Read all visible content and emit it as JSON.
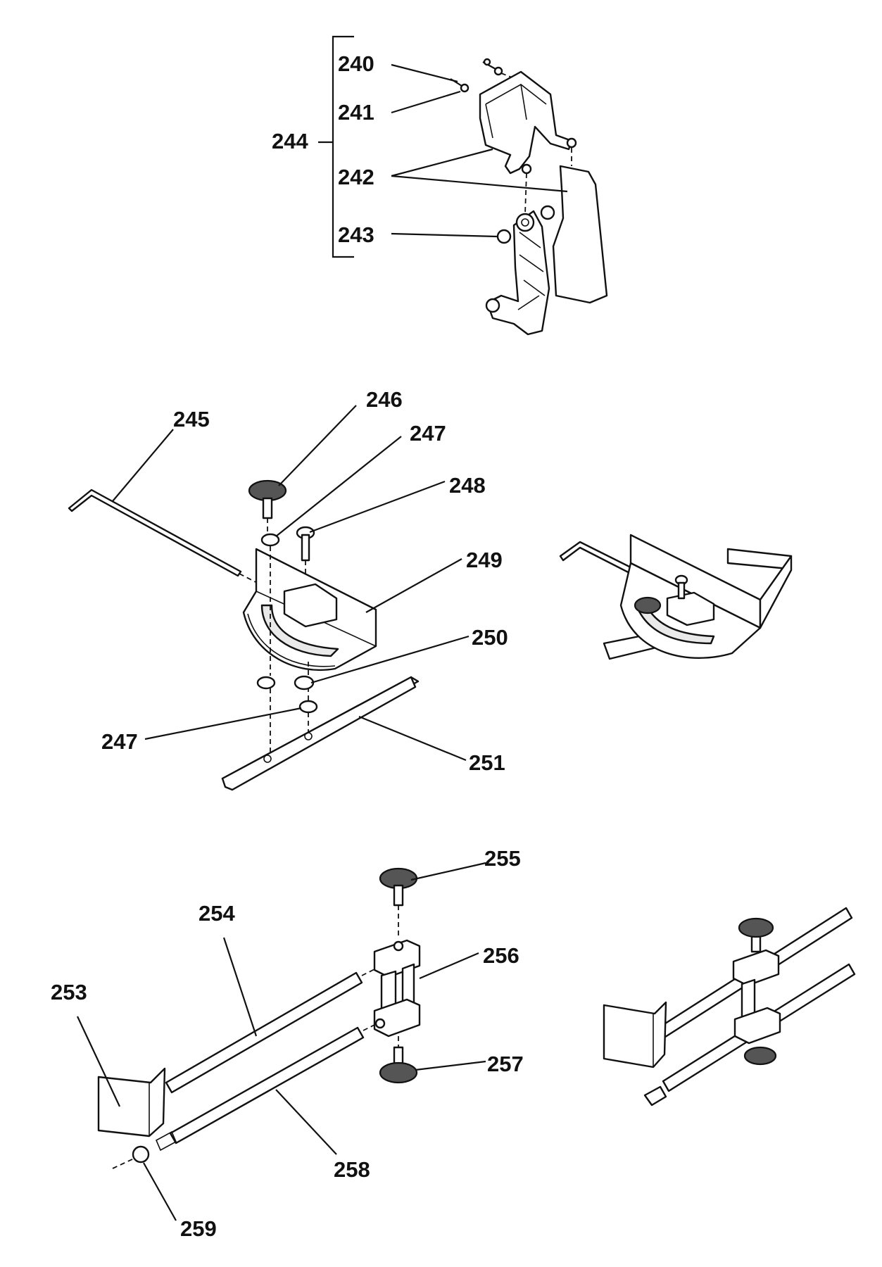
{
  "labels": {
    "l240": "240",
    "l241": "241",
    "l242": "242",
    "l243": "243",
    "l244": "244",
    "l245": "245",
    "l246": "246",
    "l247a": "247",
    "l247b": "247",
    "l248": "248",
    "l249": "249",
    "l250": "250",
    "l251": "251",
    "l253": "253",
    "l254": "254",
    "l255": "255",
    "l256": "256",
    "l257": "257",
    "l258": "258",
    "l259": "259"
  }
}
